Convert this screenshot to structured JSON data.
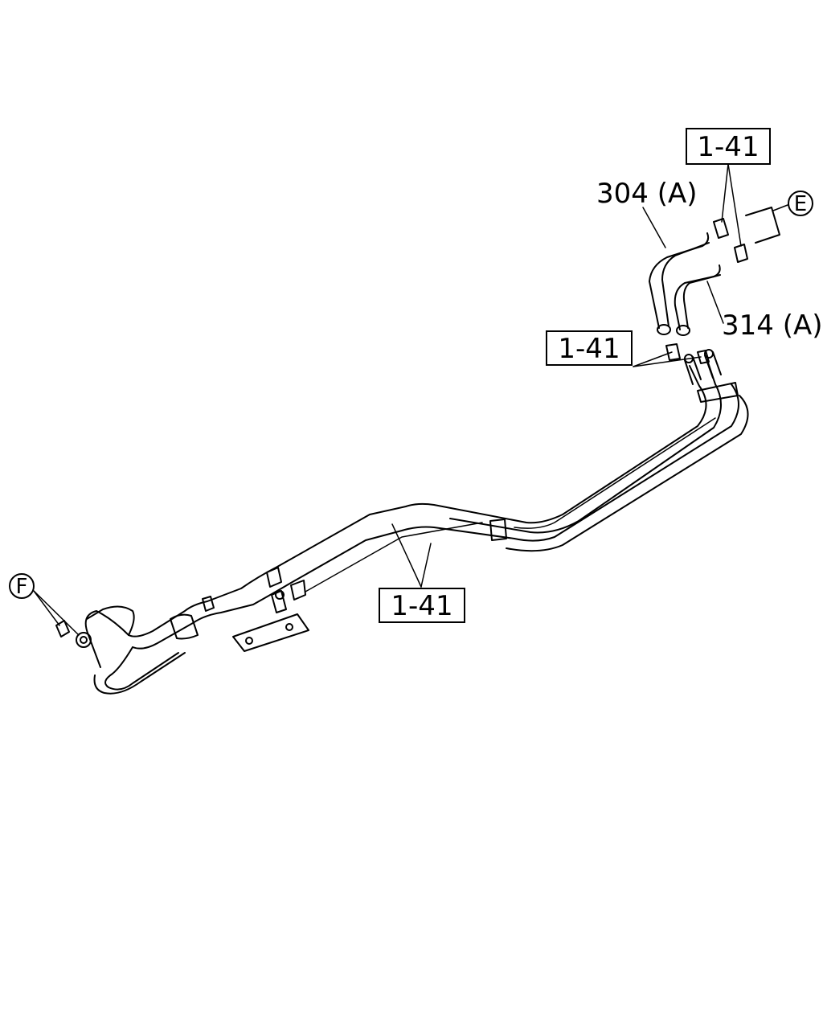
{
  "callouts": {
    "part_304": "304 (A)",
    "part_314": "314 (A)",
    "ref_top": "1-41",
    "ref_mid": "1-41",
    "ref_bottom": "1-41",
    "connector_e": "E",
    "connector_f": "F"
  }
}
